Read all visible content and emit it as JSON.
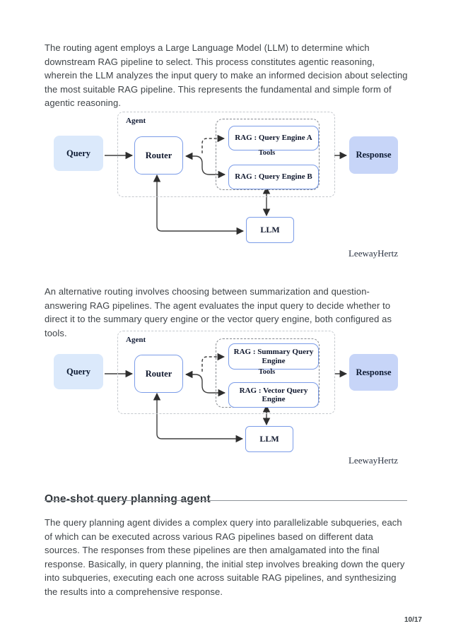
{
  "page": {
    "paragraph1": "The routing agent employs a Large Language Model (LLM) to determine which downstream RAG pipeline to select. This process constitutes agentic reasoning, wherein the LLM analyzes the input query to make an informed decision about selecting the most suitable RAG pipeline. This represents the fundamental and simple form of agentic reasoning.",
    "paragraph2": "An alternative routing involves choosing between summarization and question-answering RAG pipelines. The agent evaluates the input query to decide whether to direct it to the summary query engine or the vector query engine, both configured as tools.",
    "heading": "One-shot query planning agent",
    "paragraph3": "The query planning agent divides a complex query into parallelizable subqueries, each of which can be executed across various RAG pipelines based on different data sources. The responses from these pipelines are then amalgamated into the final response. Basically, in query planning, the initial step involves breaking down the query into subqueries, executing each one across suitable RAG pipelines, and synthesizing the results into a comprehensive response.",
    "page_number": "10/17"
  },
  "diagram1": {
    "agent_label": "Agent",
    "query_label": "Query",
    "router_label": "Router",
    "tools_label": "Tools",
    "rag_top_label": "RAG : Query Engine A",
    "rag_bottom_label": "RAG : Query Engine B",
    "llm_label": "LLM",
    "response_label": "Response",
    "watermark": "LeewayHertz"
  },
  "diagram2": {
    "agent_label": "Agent",
    "query_label": "Query",
    "router_label": "Router",
    "tools_label": "Tools",
    "rag_top_label": "RAG : Summary Query Engine",
    "rag_bottom_label": "RAG : Vector Query Engine",
    "llm_label": "LLM",
    "response_label": "Response",
    "watermark": "LeewayHertz"
  },
  "colors": {
    "node_border_blue": "#7b9ce8",
    "query_fill": "#dbe9fb",
    "response_fill": "#c7d5f8",
    "wire": "#3f3f3f",
    "body_text": "#3e4347"
  }
}
